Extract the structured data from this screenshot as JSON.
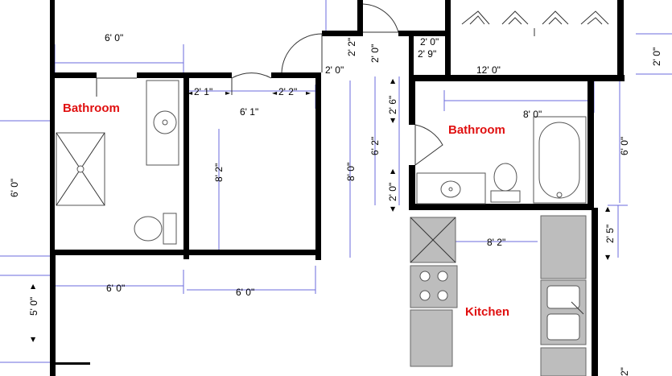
{
  "rooms": {
    "bathroom_left": "Bathroom",
    "bathroom_right": "Bathroom",
    "kitchen": "Kitchen"
  },
  "dimensions": {
    "d_6_0_top": "6' 0\"",
    "d_2_1": "2' 1\"",
    "d_2_2": "2' 2\"",
    "d_6_1": "6' 1\"",
    "d_2_0_mid": "2' 0\"",
    "d_2_2_vert": "2' 2\"",
    "d_2_0_vert_a": "2' 0\"",
    "d_2_0_small": "2' 0\"",
    "d_2_9": "2' 9\"",
    "d_12_0": "12' 0\"",
    "d_2_0_right": "2' 0\"",
    "d_6_0_left_vert": "6' 0\"",
    "d_8_2_vert": "8' 2\"",
    "d_8_0_vert": "8' 0\"",
    "d_2_6_vert": "2' 6\"",
    "d_6_2_vert": "6' 2\"",
    "d_8_0_horiz": "8' 0\"",
    "d_2_0_vert_b": "2' 0\"",
    "d_6_0_right_vert": "6' 0\"",
    "d_8_2_kitchen": "8' 2\"",
    "d_2_5_vert": "2' 5\"",
    "d_6_0_bottom_a": "6' 0\"",
    "d_6_0_bottom_b": "6' 0\"",
    "d_5_0_vert": "5' 0\"",
    "d_2_corner": "2\""
  }
}
